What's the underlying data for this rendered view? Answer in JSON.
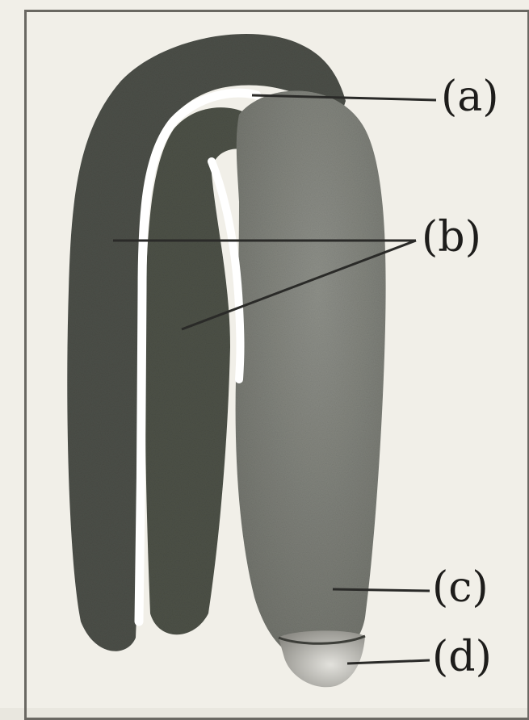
{
  "diagram": {
    "labels": {
      "a": "(a)",
      "b": "(b)",
      "c": "(c)",
      "d": "(d)"
    },
    "colors": {
      "background": "#f1efe8",
      "outer_body": "#4d5049",
      "inner_body": "#4e5248",
      "right_body": "#83847d",
      "tip": "#b9b8b2",
      "channel": "#ffffff",
      "leader_line": "#2a2a28"
    }
  }
}
